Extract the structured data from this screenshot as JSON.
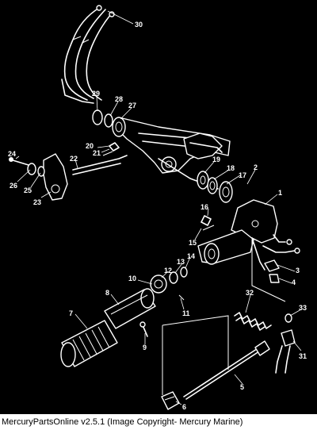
{
  "diagram": {
    "callouts": [
      "30",
      "29",
      "28",
      "27",
      "20",
      "21",
      "22",
      "24",
      "26",
      "25",
      "23",
      "19",
      "18",
      "17",
      "2",
      "1",
      "16",
      "15",
      "14",
      "13",
      "12",
      "10",
      "11",
      "3",
      "4",
      "8",
      "7",
      "9",
      "32",
      "33",
      "31",
      "6",
      "5"
    ]
  },
  "caption": "MercuryPartsOnline v2.5.1 (Image Copyright- Mercury Marine)",
  "colors": {
    "background": "#000000",
    "line": "#ffffff",
    "caption_bg": "#ffffff",
    "caption_text": "#000000"
  }
}
